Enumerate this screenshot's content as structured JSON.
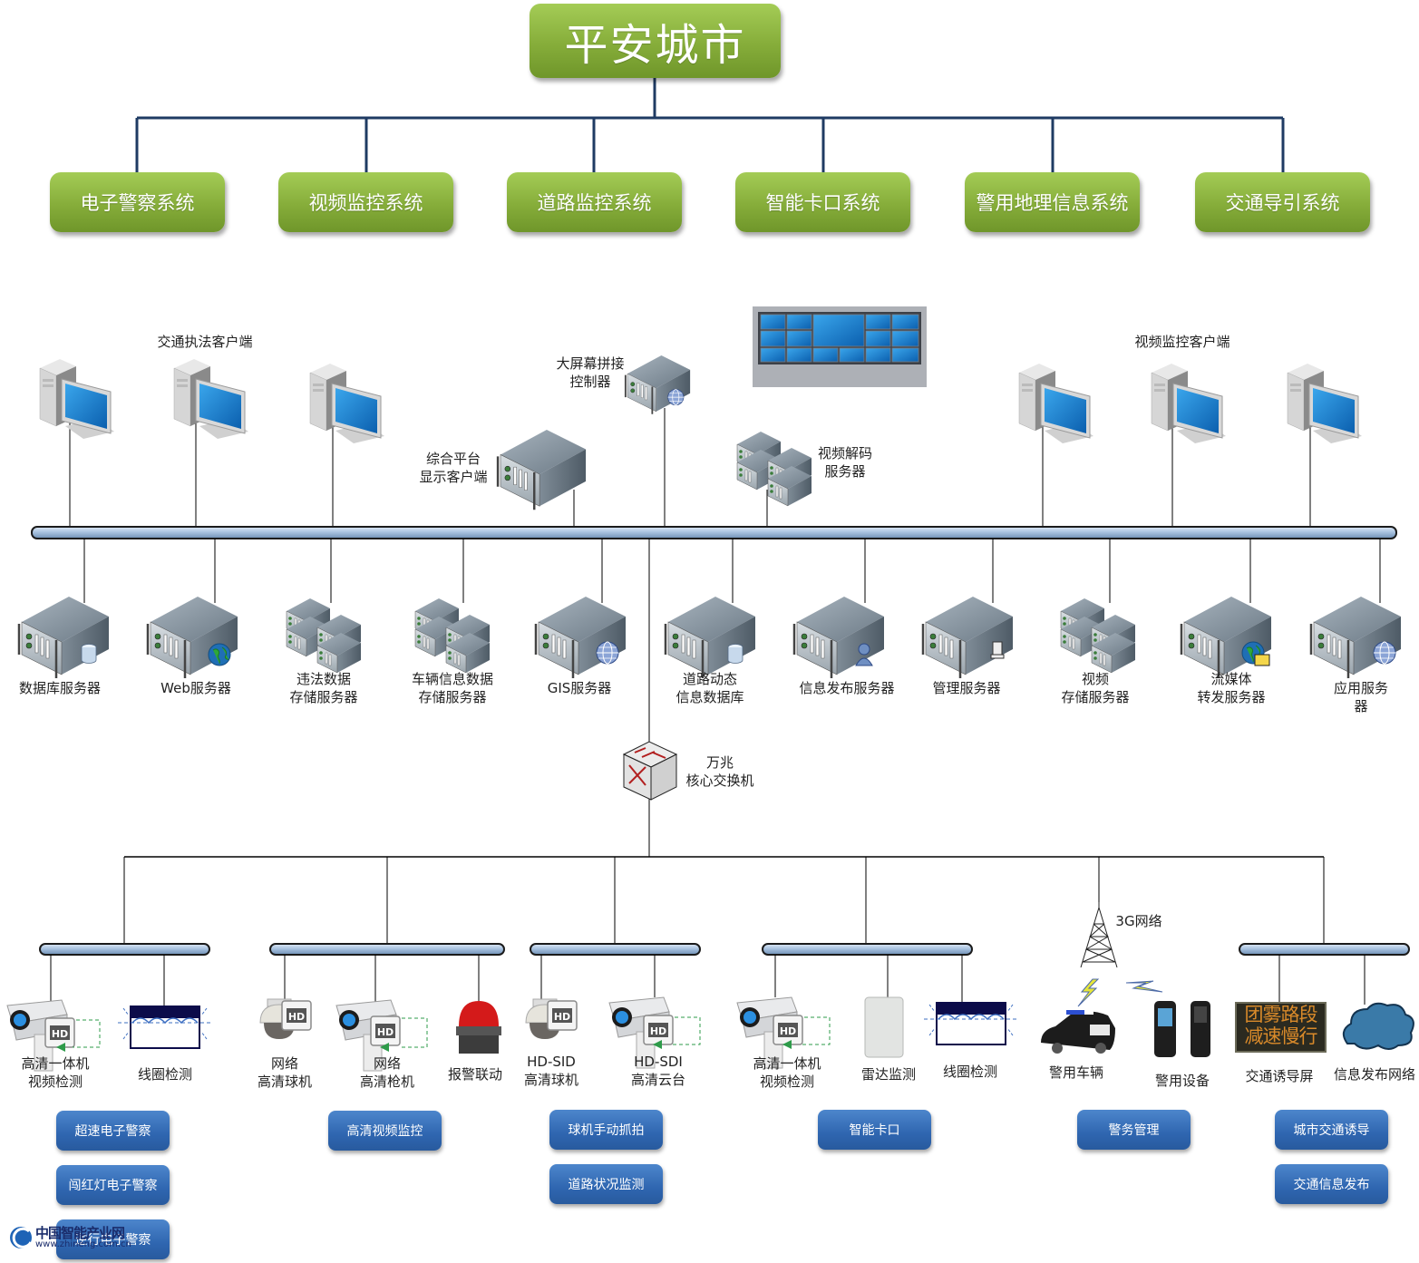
{
  "title": "平安城市",
  "systems": [
    {
      "label": "电子警察系统"
    },
    {
      "label": "视频监控系统"
    },
    {
      "label": "道路监控系统"
    },
    {
      "label": "智能卡口系统"
    },
    {
      "label": "警用地理信息系统"
    },
    {
      "label": "交通导引系统"
    }
  ],
  "clients": {
    "traffic_enforcement_label": "交通执法客户端",
    "video_surveillance_label": "视频监控客户端",
    "big_screen_controller_label": "大屏幕拼接\n控制器",
    "integrated_platform_label": "综合平台\n显示客户端",
    "video_decoder_label": "视频解码\n服务器"
  },
  "servers": [
    {
      "label": "数据库服务器",
      "badge": "database-icon"
    },
    {
      "label": "Web服务器",
      "badge": "globe-icon"
    },
    {
      "label": "违法数据\n存储服务器",
      "badge": "none"
    },
    {
      "label": "车辆信息数据\n存储服务器",
      "badge": "none"
    },
    {
      "label": "GIS服务器",
      "badge": "globe-wire-icon"
    },
    {
      "label": "道路动态\n信息数据库",
      "badge": "database-icon"
    },
    {
      "label": "信息发布服务器",
      "badge": "user-icon"
    },
    {
      "label": "管理服务器",
      "badge": "computer-icon"
    },
    {
      "label": "视频\n存储服务器",
      "badge": "none"
    },
    {
      "label": "流媒体\n转发服务器",
      "badge": "globe-film-icon"
    },
    {
      "label": "应用服务器",
      "badge": "globe-wire-icon"
    }
  ],
  "core_switch": {
    "label": "万兆\n核心交换机"
  },
  "network_3g": {
    "label": "3G网络"
  },
  "devices": [
    {
      "label": "高清一体机\n视频检测"
    },
    {
      "label": "线圈检测"
    },
    {
      "label": "网络\n高清球机"
    },
    {
      "label": "网络\n高清枪机"
    },
    {
      "label": "报警联动"
    },
    {
      "label": "HD-SID\n高清球机"
    },
    {
      "label": "HD-SDI\n高清云台"
    },
    {
      "label": "高清一体机\n视频检测"
    },
    {
      "label": "雷达监测"
    },
    {
      "label": "线圈检测"
    },
    {
      "label": "警用车辆"
    },
    {
      "label": "警用设备"
    },
    {
      "label": "交通诱导屏"
    },
    {
      "label": "信息发布网络"
    }
  ],
  "led_sign": {
    "line1": "团雾路段",
    "line2": "减速慢行"
  },
  "hd_badge": "HD",
  "functions": [
    {
      "label": "超速电子警察"
    },
    {
      "label": "闯红灯电子警察"
    },
    {
      "label": "逆行电子警察"
    },
    {
      "label": "高清视频监控"
    },
    {
      "label": "球机手动抓拍"
    },
    {
      "label": "道路状况监测"
    },
    {
      "label": "智能卡口"
    },
    {
      "label": "警务管理"
    },
    {
      "label": "城市交通诱导"
    },
    {
      "label": "交通信息发布"
    }
  ],
  "watermark": {
    "title": "中国智能产业网",
    "url": "www.zhineng.com.cn"
  },
  "colors": {
    "green": "#8cb443",
    "blue_button": "#2f66b0",
    "connector": "#1f3b63",
    "bus": "#a9c3e0"
  }
}
